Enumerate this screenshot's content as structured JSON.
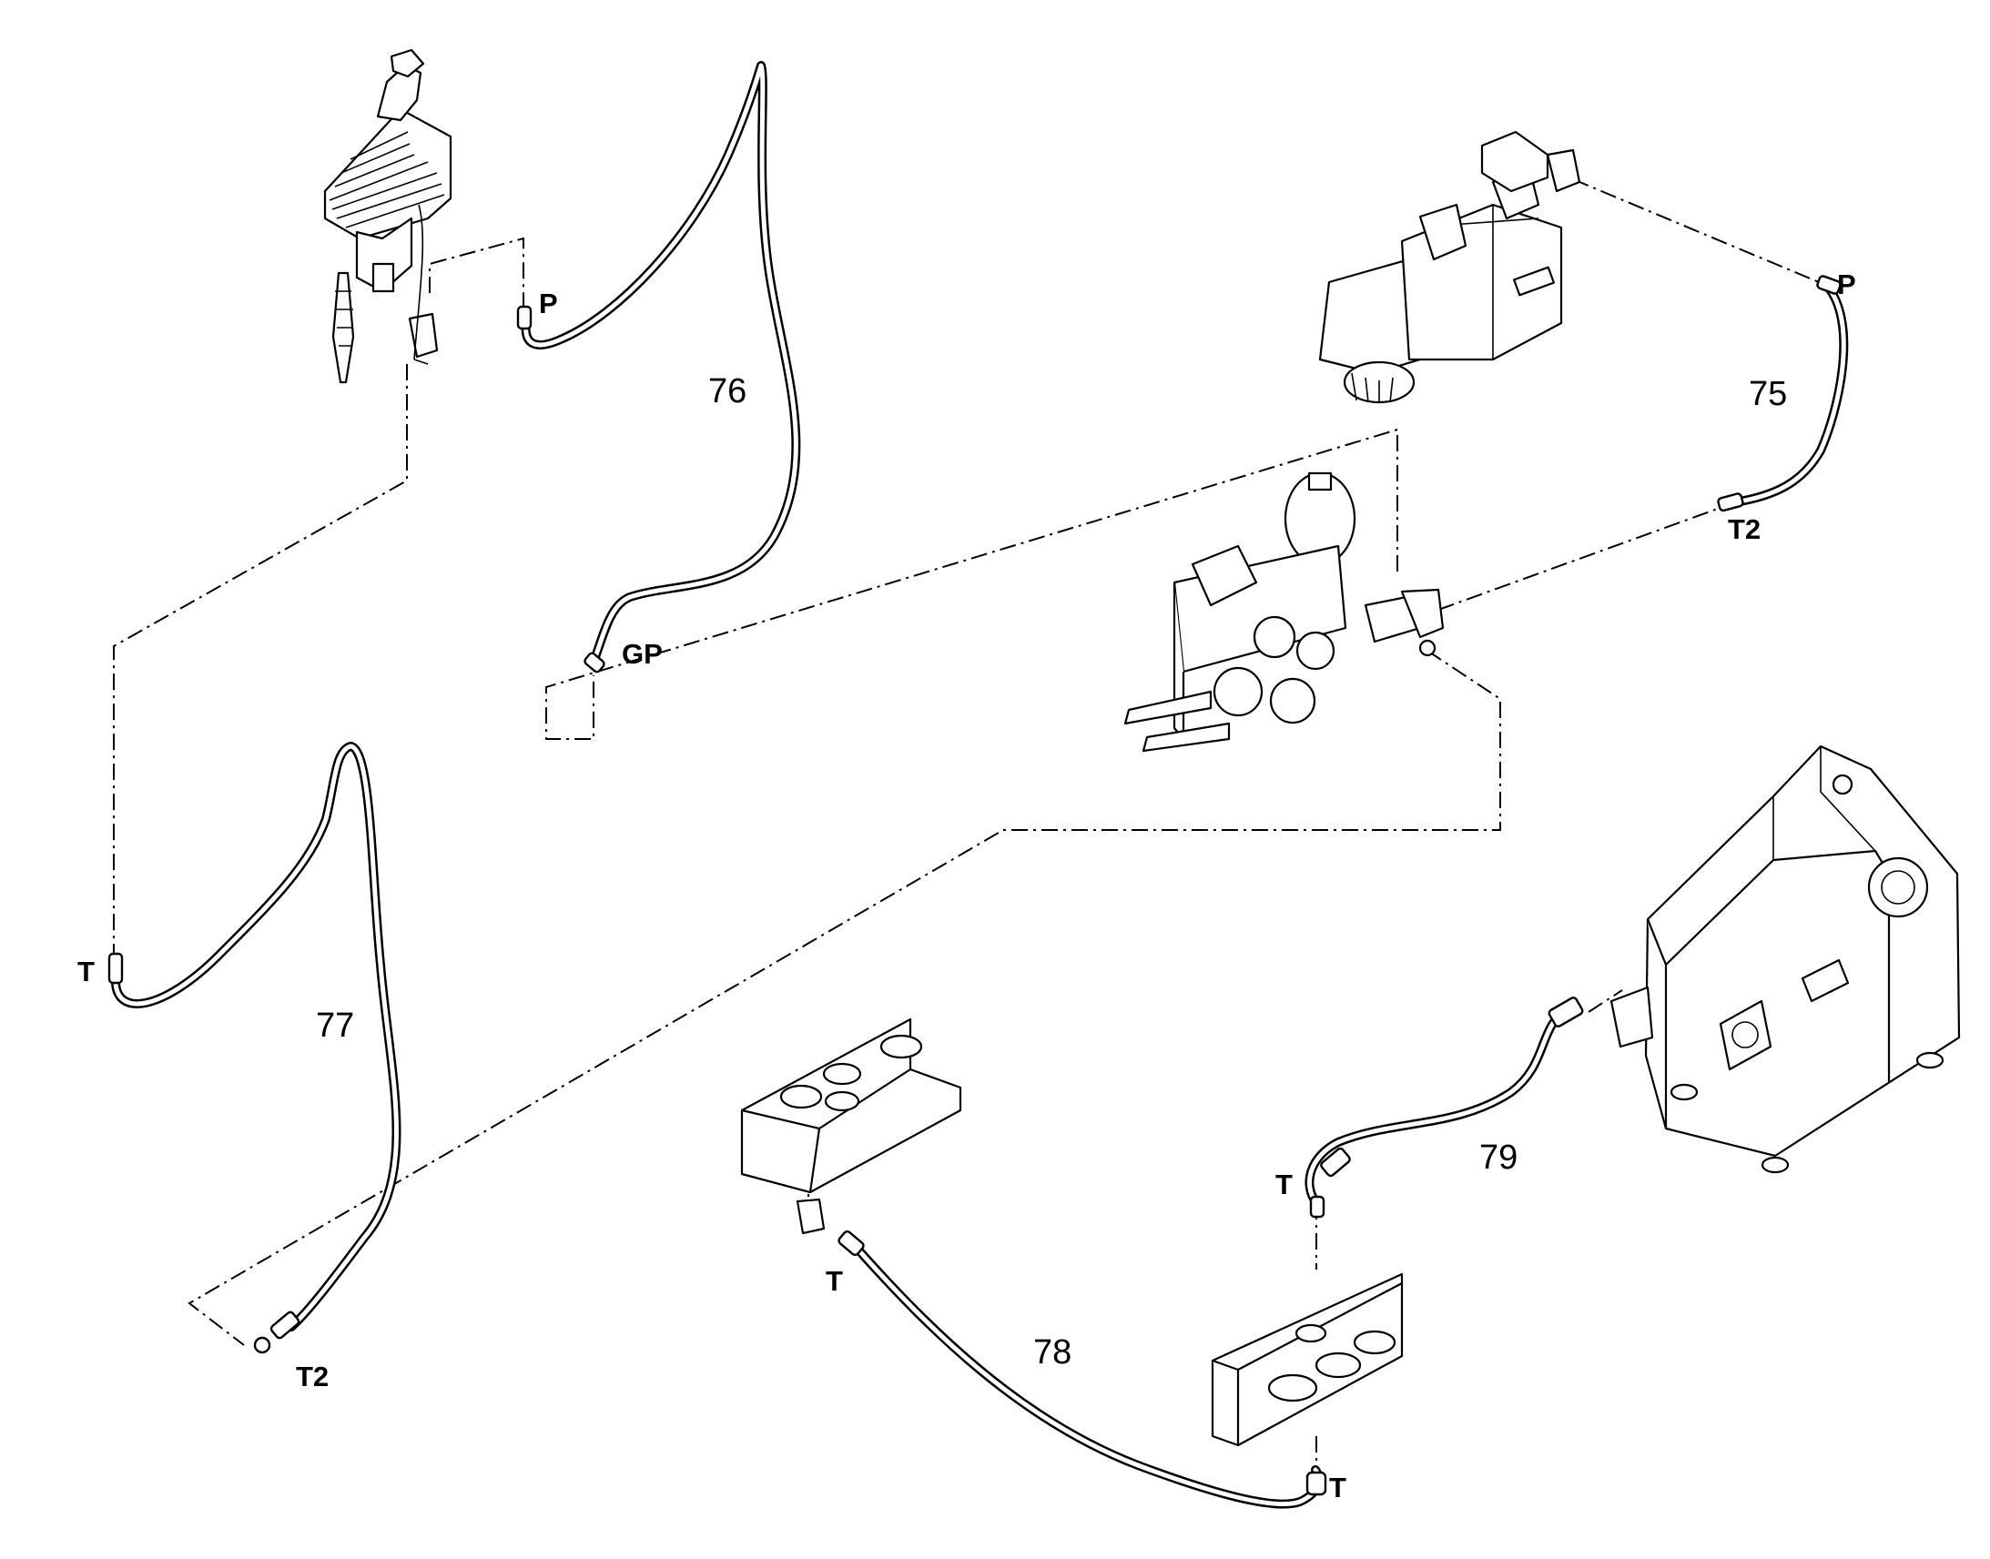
{
  "hoses": [
    {
      "number": "75",
      "ends": [
        "P",
        "T2"
      ]
    },
    {
      "number": "76",
      "ends": [
        "P",
        "GP"
      ]
    },
    {
      "number": "77",
      "ends": [
        "T",
        "T2"
      ]
    },
    {
      "number": "78",
      "ends": [
        "T",
        "T"
      ]
    },
    {
      "number": "79",
      "ends": [
        "T"
      ]
    }
  ],
  "port_labels": {
    "joystick_p": "P",
    "manifold_gp": "GP",
    "valve_p": "P",
    "valve_t2": "T2",
    "left_t": "T",
    "left_t2": "T2",
    "block_t": "T",
    "plate_t_top": "T",
    "plate_t_bottom": "T"
  }
}
